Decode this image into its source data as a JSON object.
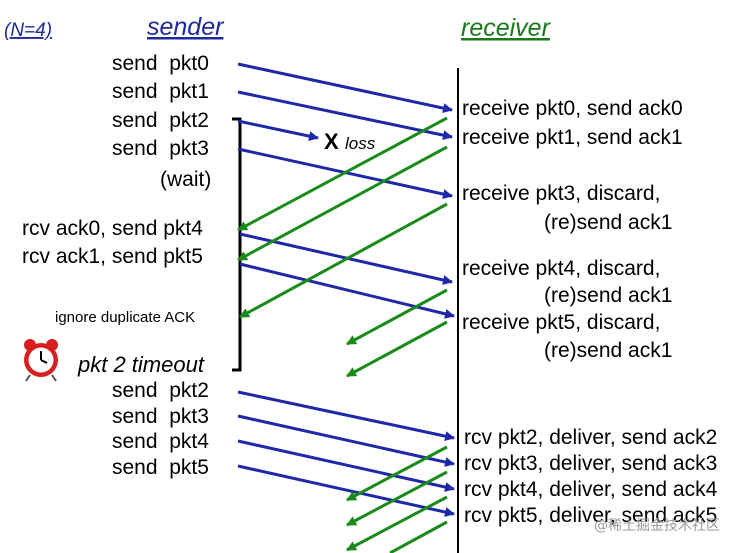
{
  "header": {
    "window_label": "(N=4)",
    "sender_title": "sender",
    "receiver_title": "receiver"
  },
  "colors": {
    "data_arrow": "#1f28a8",
    "ack_arrow": "#1a8a1a",
    "header_blue": "#1f2a9a",
    "header_green": "#1a7a1a",
    "loss_red": "#e0141e",
    "timeout_red": "#e0141e"
  },
  "sender_events": [
    "send  pkt0",
    "send  pkt1",
    "send  pkt2",
    "send  pkt3",
    "(wait)",
    "rcv ack0, send pkt4",
    "rcv ack1, send pkt5",
    "send  pkt2",
    "send  pkt3",
    "send  pkt4",
    "send  pkt5"
  ],
  "ignore_note": "ignore duplicate ACK",
  "timeout_label": "pkt 2 timeout",
  "timeout_icon": "alarm-clock-icon",
  "loss_marker": {
    "symbol": "X",
    "label": "loss"
  },
  "receiver_events": [
    "receive pkt0, send ack0",
    "receive pkt1, send ack1",
    "receive pkt3, discard,",
    "(re)send ack1",
    "receive pkt4, discard,",
    "(re)send ack1",
    "receive pkt5, discard,",
    "(re)send ack1",
    "rcv pkt2, deliver, send ack2",
    "rcv pkt3, deliver, send ack3",
    "rcv pkt4, deliver, send ack4",
    "rcv pkt5, deliver, send ack5"
  ],
  "watermark": "@稀土掘金技术社区"
}
